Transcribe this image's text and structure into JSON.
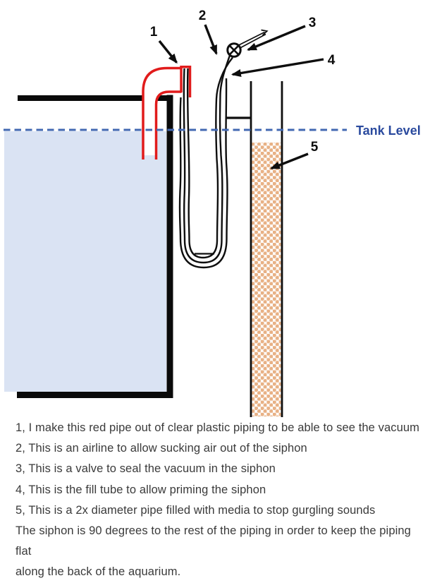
{
  "diagram": {
    "tank_level_label": "Tank Level",
    "callout_labels": {
      "c1": "1",
      "c2": "2",
      "c3": "3",
      "c4": "4",
      "c5": "5"
    },
    "colors": {
      "pipe_red": "#e11b1b",
      "water_blue": "#dae3f3",
      "tank_level_line_blue": "#4268b2",
      "tank_level_text_blue": "#2a4a9e",
      "media_dot_tan": "#e8b185",
      "outline_black": "#0e0e0e",
      "notes_text": "#3a3a3a"
    }
  },
  "notes": {
    "lines": [
      "1, I make this red pipe out of clear plastic piping to be able to see the vacuum",
      "2, This is an airline to allow sucking air out of the siphon",
      "3, This is a valve to seal the vacuum in the siphon",
      "4, This is the fill tube to allow priming the siphon",
      "5, This is a 2x diameter pipe filled with media to stop gurgling sounds",
      "The siphon is 90 degrees to the rest of the piping in order to keep the piping flat",
      "along the back of the aquarium."
    ]
  }
}
